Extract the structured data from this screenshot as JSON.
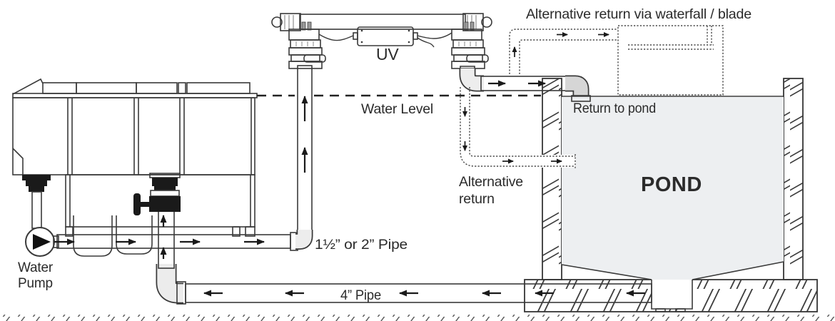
{
  "diagram_title": "Pond gravity filtration system schematic",
  "labels": {
    "alt_return_waterfall": "Alternative return via waterfall / blade",
    "uv": "UV",
    "water_level": "Water Level",
    "return_to_pond": "Return to pond",
    "pond": "POND",
    "alt_return_line1": "Alternative",
    "alt_return_line2": "return",
    "pipe_small": "1½” or 2” Pipe",
    "pipe_large": "4” Pipe",
    "pump_line1": "Water",
    "pump_line2": "Pump"
  },
  "colors": {
    "line": "#3a3a3a",
    "arrow": "#1a1a1a",
    "pipe_fill": "#f3f3f3",
    "fitting_gray": "#c7c7c7",
    "fitting_black": "#1a1a1a",
    "pond_water": "#edeff1",
    "background": "#ffffff"
  },
  "flow_arrows": {
    "pump_pipe_direction": "right",
    "uv_riser_direction": "up",
    "return_pipe_direction": "right",
    "bottom_drain_pipe_direction": "left",
    "filter_inlet_direction": "up"
  }
}
